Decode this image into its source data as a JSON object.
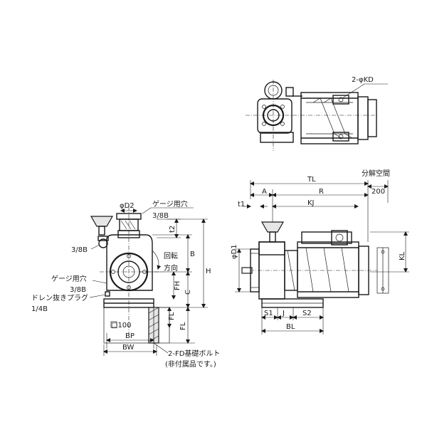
{
  "labels": {
    "kd": "2-φKD",
    "tl": "TL",
    "bunkai": "分解空間",
    "l200": "200",
    "a": "A",
    "r": "R",
    "t1": "t1",
    "kj": "KJ",
    "d1": "φD1",
    "kl": "KL",
    "s1": "S1",
    "j": "J",
    "s2": "S2",
    "bl": "BL",
    "d2": "φD2",
    "gauge_top": "ゲージ用穴",
    "gauge_top_size": "3/8B",
    "t2": "t2",
    "left_38b": "3/8B",
    "b": "B",
    "kaiten": "回転",
    "houkou": "方向",
    "h": "H",
    "fh": "FH",
    "c": "C",
    "gauge_left": "ゲージ用穴",
    "gauge_left_size": "3/8B",
    "drain": "ドレン抜きプラグ",
    "drain_size": "1/4B",
    "fl1": "FL",
    "fl2": "FL",
    "sq100": "□100",
    "bp": "BP",
    "bw": "BW",
    "fd": "2-FD基礎ボルト",
    "fd_note": "(非付属品です。)"
  }
}
